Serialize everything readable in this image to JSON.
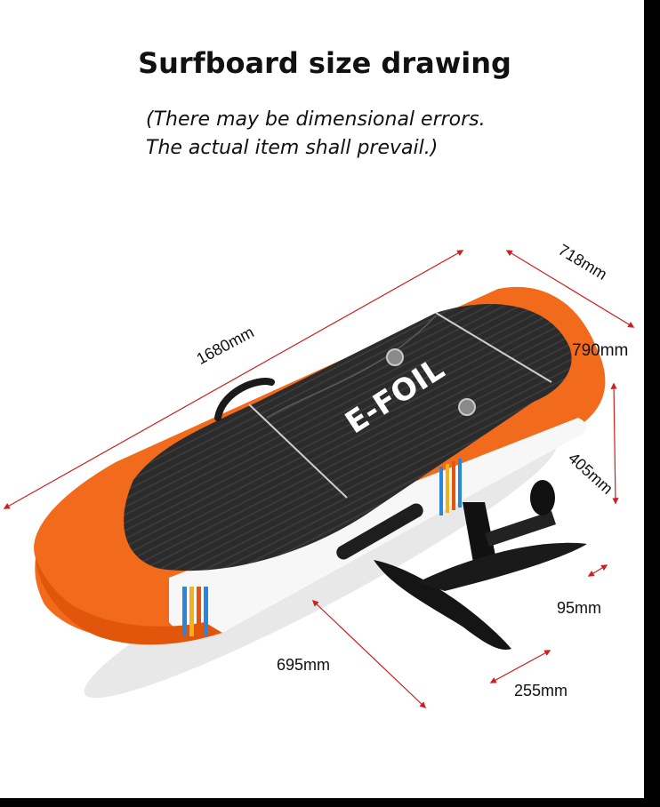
{
  "title": "Surfboard size drawing",
  "note_line1": "(There may be dimensional errors.",
  "note_line2": "The actual item shall prevail.)",
  "board_logo": "E-FOIL",
  "dimensions": {
    "length": "1680mm",
    "tail_width": "718mm",
    "nose_width": "790mm",
    "mast_height": "405mm",
    "fin_chord": "695mm",
    "fin_width": "255mm",
    "mast_width": "95mm"
  },
  "colors": {
    "board_orange": "#f26a1b",
    "deck_pad": "#2a2a2a",
    "arrow_red": "#cc1f1f",
    "stripe_blue": "#2a86d6",
    "stripe_yellow": "#f2b21b"
  }
}
